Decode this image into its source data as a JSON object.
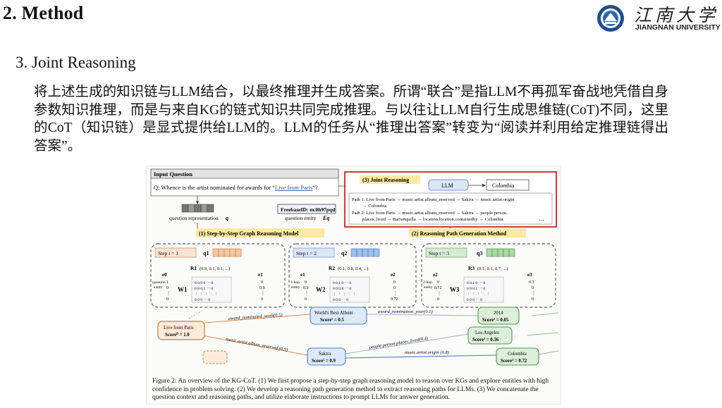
{
  "header": {
    "title": "2. Method",
    "logo_cn": "江南大学",
    "logo_en": "JIANGNAN UNIVERSITY"
  },
  "section": {
    "heading": "3. Joint Reasoning",
    "paragraph": "将上述生成的知识链与LLM结合，以最终推理并生成答案。所谓“联合”是指LLM不再孤军奋战地凭借自身参数知识推理，而是与来自KG的链式知识共同完成推理。与以往让LLM自行生成思维链(CoT)不同，这里的CoT（知识链）是显式提供给LLM的。LLM的任务从“推理出答案”转变为“阅读并利用给定推理链得出答案”。"
  },
  "figure": {
    "input_question_title": "Input Question",
    "question_prefix": "Q: Whence is the artist nominated for awards for “",
    "question_link": "Live from Paris",
    "question_suffix": "”?",
    "question_repr_label": "question representation",
    "question_repr_symbol": "q",
    "freebase_id": "FreebaseID: m.0h97pqd",
    "question_entity_label": "question entity",
    "question_entity_symbol": "Eq",
    "joint_reasoning_title": "(3) Joint Reasoning",
    "llm_label": "LLM",
    "answer_label": "Colombia",
    "path1_a": "Path 1: Live from Paris → music.artist.album_reserved → Sakira → music.artist.origin",
    "path1_b": "→ Colombia",
    "path2_a": "Path 2: Live from Paris → music.artist.album_reserved → Sakira → people.person.",
    "path2_b": "places_lived → Barranquilla → location.location.containedby → Colombia",
    "ellipsis": "…",
    "step_model_title": "(1) Step-by-Step Graph Reasoning Model",
    "path_gen_title": "(2) Reasoning Path Generation Method",
    "steps": [
      {
        "label": "Step t = 1",
        "q": "q1",
        "r": "R1",
        "r_vals": "(0.9, 0.1, 0.1, ...)",
        "e_in": "e0",
        "e_out": "e1",
        "w": "W1",
        "entity_label_1": "question",
        "entity_label_2": "entity",
        "vec_in": [
          "1",
          "0",
          "⋮",
          "0"
        ],
        "vec_out": [
          "0",
          "0.9",
          "⋮",
          "0"
        ]
      },
      {
        "label": "Step t = 2",
        "q": "q2",
        "r": "R2",
        "r_vals": "(0.1, 0.8, 0.4, ...)",
        "e_in": "e1",
        "e_out": "e2",
        "w": "W2",
        "entity_label_1": "1-hop",
        "entity_label_2": "entity",
        "vec_in": [
          "0",
          "0.9",
          "⋮",
          "0"
        ],
        "vec_out": [
          "0",
          "0",
          "⋮",
          "0.72"
        ]
      },
      {
        "label": "Step t = 3",
        "q": "q3",
        "r": "R3",
        "r_vals": "(0.1, 0.1, 0.7, ...)",
        "e_in": "e2",
        "e_out": "e3",
        "w": "W3",
        "entity_label_1": "2-hop",
        "entity_label_2": "entity",
        "vec_in": [
          "0",
          "0.72",
          "⋮",
          "0"
        ],
        "vec_out": [
          "0.3",
          "0",
          "⋮",
          "0"
        ]
      }
    ],
    "graph_nodes": [
      {
        "name": "Live from Paris",
        "score": "Score⁰ = 1.0"
      },
      {
        "name": "World's Best Album",
        "score": "Score¹ = 0.5"
      },
      {
        "name": "Sakira",
        "score": "Score¹ = 0.9"
      },
      {
        "name": "2014",
        "score": "Score³ = 0.05"
      },
      {
        "name": "Los Angeles",
        "score": "Score³ = 0.36"
      },
      {
        "name": "Colombia",
        "score": "Score³ = 0.72"
      }
    ],
    "graph_edges": [
      "award_nominated_work(0.5)",
      "music.artist.album_reserved (0.9)",
      "award_nomination_year(0.1)",
      "people.person.places_lived(0.4)",
      "music.artist.origin (0.8)"
    ],
    "caption": "Figure 2: An overview of the KG-CoT. (1) We first propose a step-by-step graph reasoning model to reason over KGs and explore entities with high confidence in problem solving. (2) We develop a reasoning path generation method to extract reasoning paths for LLMs. (3) We concatenate the question context and reasoning paths, and utilize elaborate instructions to prompt LLMs for answer generation."
  }
}
